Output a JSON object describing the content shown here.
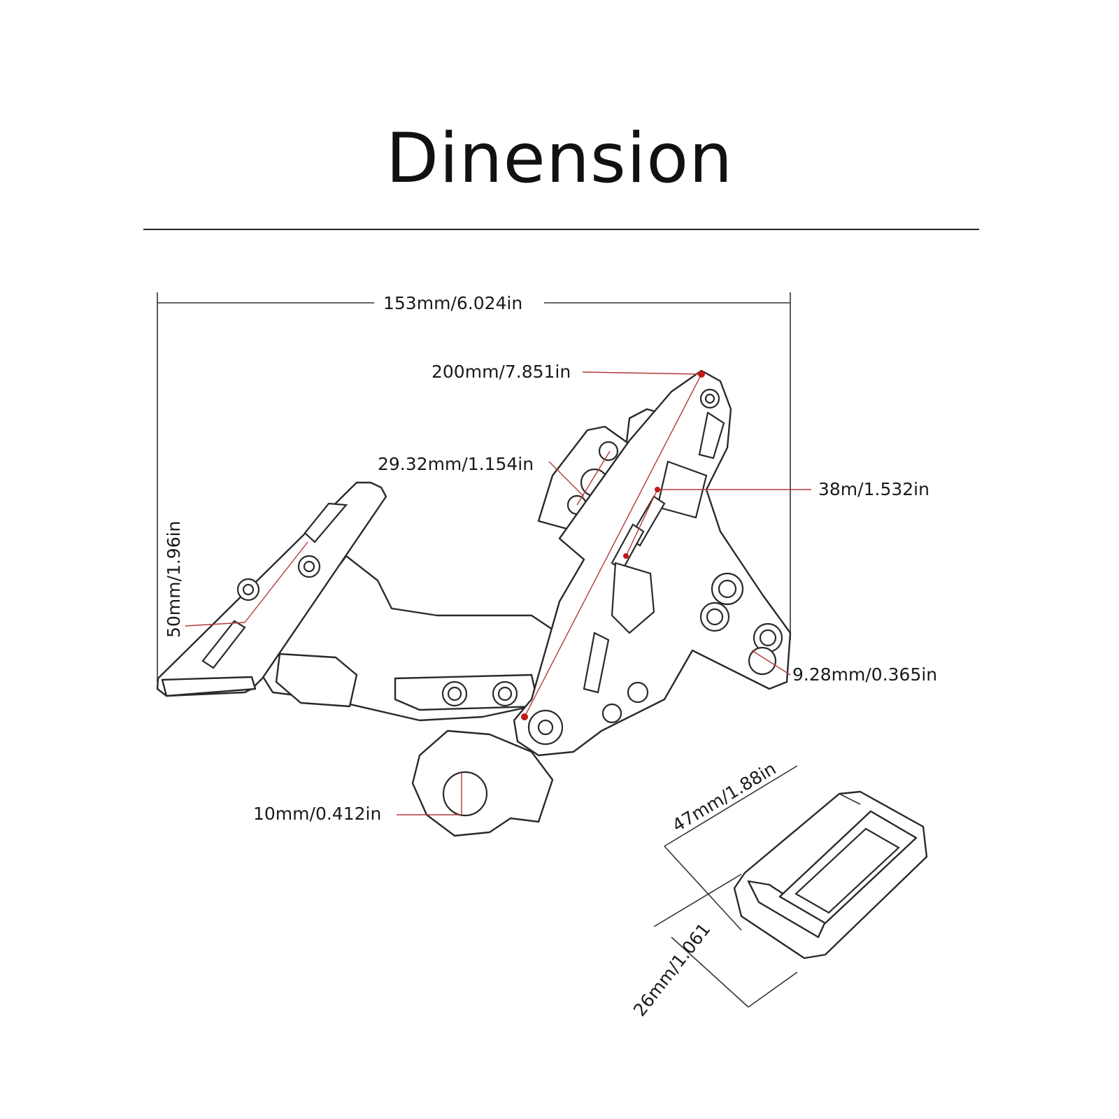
{
  "title": "Dinension",
  "dimensions": {
    "overall_width": "153mm/6.024in",
    "diagonal_length": "200mm/7.851in",
    "hole_spacing": "29.32mm/1.154in",
    "slot_length": "38m/1.532in",
    "plate_height": "50mm/1.96in",
    "mount_hole": "9.28mm/0.365in",
    "clamp_hole": "10mm/0.412in",
    "reflector_length": "47mm/1.88in",
    "reflector_width": "26mm/1.061"
  },
  "colors": {
    "line": "#2a2a2a",
    "leader": "#b23a3a",
    "marker": "#c21818"
  }
}
